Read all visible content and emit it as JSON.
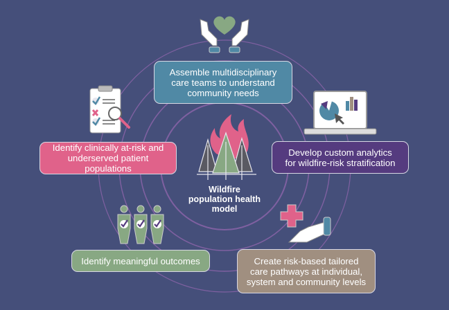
{
  "diagram": {
    "center": {
      "title_lines": [
        "Wildfire",
        "population health",
        "model"
      ],
      "icon": "wildfire-trees-icon"
    },
    "steps": [
      {
        "id": "assemble",
        "text": "Assemble multidisciplinary care teams to understand community needs",
        "lines": [
          "Assemble multidisciplinary",
          "care teams to understand",
          "community needs"
        ],
        "icon": "caring-hands-heart-icon",
        "color": "#5089a5"
      },
      {
        "id": "analytics",
        "text": "Develop custom analytics for wildfire-risk stratification",
        "lines": [
          "Develop custom analytics",
          "for wildfire-risk stratification"
        ],
        "icon": "laptop-analytics-icon",
        "color": "#553b7f"
      },
      {
        "id": "pathways",
        "text": "Create risk-based tailored care pathways at individual, system and community levels",
        "lines": [
          "Create risk-based tailored",
          "care pathways at individual,",
          "system and community levels"
        ],
        "icon": "hand-medical-cross-icon",
        "color": "#a08f80"
      },
      {
        "id": "outcomes",
        "text": "Identify meaningful outcomes",
        "lines": [
          "Identify meaningful outcomes"
        ],
        "icon": "people-checkmarks-icon",
        "color": "#88a883"
      },
      {
        "id": "identify",
        "text": "Identify clinically at-risk and underserved patient populations",
        "lines": [
          "Identify clinically at-risk and",
          "underserved patient populations"
        ],
        "icon": "clipboard-magnifier-icon",
        "color": "#e0628a"
      }
    ],
    "colors": {
      "background": "#454f7a",
      "rings": "#8a64a8"
    }
  }
}
